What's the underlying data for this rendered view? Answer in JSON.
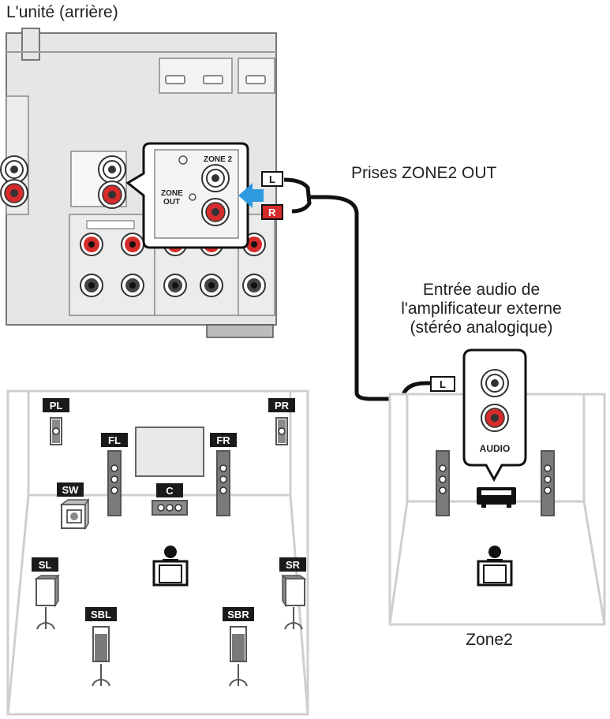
{
  "labels": {
    "unit_rear": "L'unité (arrière)",
    "zone2_out": "Prises ZONE2 OUT",
    "ext_amp_line1": "Entrée audio de",
    "ext_amp_line2": "l'amplificateur externe",
    "ext_amp_line3": "(stéréo analogique)",
    "zone2": "Zone2"
  },
  "callout": {
    "zone2": "ZONE 2",
    "zone_out_1": "ZONE",
    "zone_out_2": "OUT"
  },
  "plugs": {
    "left": "L",
    "right": "R"
  },
  "amp_panel": {
    "audio": "AUDIO"
  },
  "speakers": {
    "pl": "PL",
    "pr": "PR",
    "fl": "FL",
    "fr": "FR",
    "c": "C",
    "sw": "SW",
    "sl": "SL",
    "sr": "SR",
    "sbl": "SBL",
    "sbr": "SBR"
  },
  "colors": {
    "panel_bg": "#e6e6e6",
    "room_line": "#cfcfcf",
    "cable": "#111111",
    "arrow": "#2f9ae0",
    "red_jack": "#d52b2b",
    "label_bg": "#1a1a1a"
  }
}
